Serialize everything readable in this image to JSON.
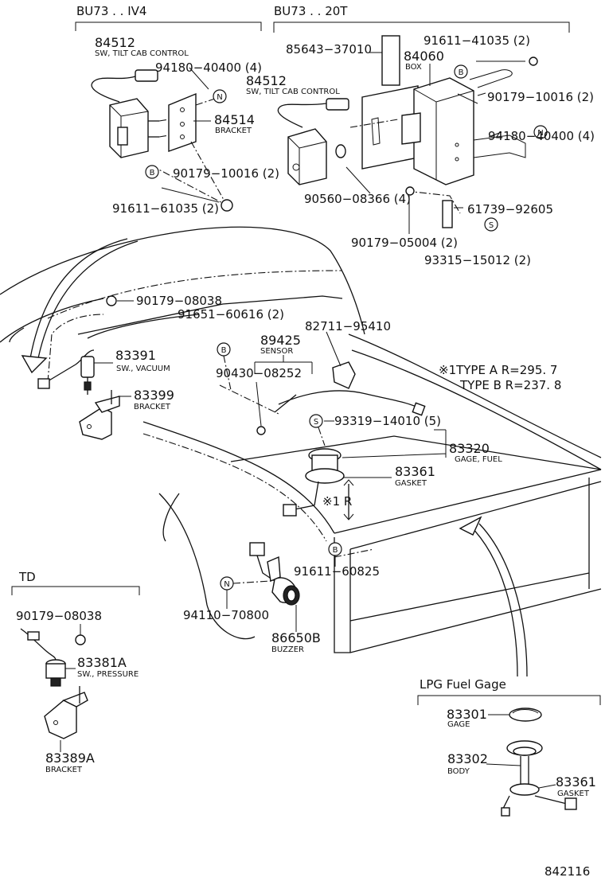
{
  "sections": {
    "bu73_iv4": "BU73 . . IV4",
    "bu73_20t": "BU73 . . 20T",
    "td": "TD",
    "lpg": "LPG Fuel Gage"
  },
  "parts": {
    "p84512a": "84512",
    "p84512a_desc": "SW, TILT CAB CONTROL",
    "p94180a": "94180−40400 (4)",
    "p84514": "84514",
    "p84514_desc": "BRACKET",
    "p90179_10016a": "90179−10016 (2)",
    "p91611_61035": "91611−61035 (2)",
    "p85643": "85643−37010",
    "p84060": "84060",
    "p84060_desc": "BOX",
    "p91611_41035": "91611−41035 (2)",
    "p84512b": "84512",
    "p84512b_desc": "SW, TILT CAB CONTROL",
    "p90179_10016b": "90179−10016 (2)",
    "p94180b": "94180−40400 (4)",
    "p90560": "90560−08366 (4)",
    "p61739": "61739−92605",
    "p90179_05004": "90179−05004 (2)",
    "p93315": "93315−15012 (2)",
    "p90179_08038a": "90179−08038",
    "p91651": "91651−60616 (2)",
    "p82711": "82711−95410",
    "p83391": "83391",
    "p83391_desc": "SW., VACUUM",
    "p89425": "89425",
    "p89425_desc": "SENSOR",
    "p90430": "90430−08252",
    "type_a": "※1TYPE  A  R=295. 7",
    "type_b": "TYPE  B  R=237. 8",
    "p83399": "83399",
    "p83399_desc": "BRACKET",
    "p93319": "93319−14010 (5)",
    "p83320": "83320",
    "p83320_desc": "GAGE, FUEL",
    "p83361a": "83361",
    "p83361a_desc": "GASKET",
    "radius_ref": "※1 R",
    "p91611_60825": "91611−60825",
    "p94110": "94110−70800",
    "p86650b": "86650B",
    "p86650b_desc": "BUZZER",
    "p90179_08038b": "90179−08038",
    "p83381a": "83381A",
    "p83381a_desc": "SW., PRESSURE",
    "p83389a": "83389A",
    "p83389a_desc": "BRACKET",
    "p83301": "83301",
    "p83301_desc": "GAGE",
    "p83302": "83302",
    "p83302_desc": "BODY",
    "p83361b": "83361",
    "p83361b_desc": "GASKET"
  },
  "symbols": {
    "n": "N",
    "b": "B",
    "s": "S"
  },
  "figure_number": "842116"
}
